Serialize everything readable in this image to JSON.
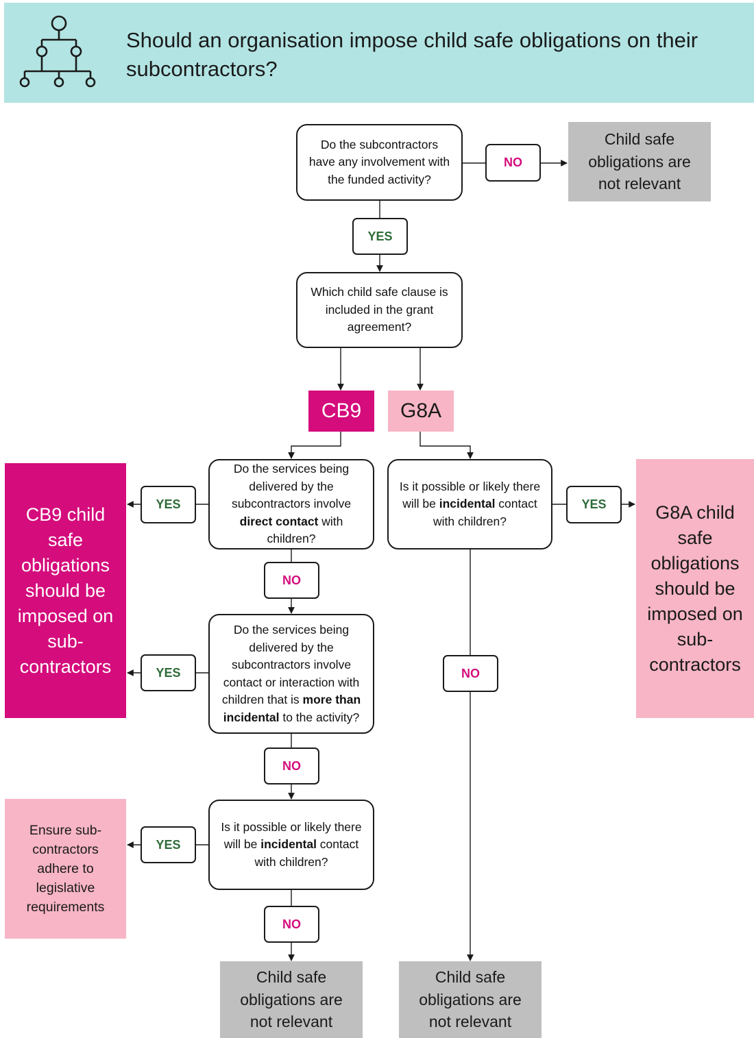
{
  "title": "Should an organisation impose child safe obligations on their subcontractors?",
  "icon": "org-chart-hierarchy-icon",
  "colors": {
    "header_bg": "#b2e4e3",
    "magenta": "#d40c7c",
    "pink": "#f7b5c5",
    "grey": "#bfbfbf",
    "yes_text": "#2e6b38",
    "no_text": "#d40c7c"
  },
  "q1": {
    "text": "Do the subcontractors have any involvement with the funded activity?"
  },
  "q1_no": "NO",
  "q1_not_relevant": "Child safe obligations are not relevant",
  "q1_yes": "YES",
  "q2": {
    "text": "Which child safe clause is included in the grant agreement?"
  },
  "clause_cb9": "CB9",
  "clause_g8a": "G8A",
  "cb9_q1": {
    "before": "Do the services being delivered by the subcontractors involve ",
    "bold": "direct contact",
    "after": " with children?"
  },
  "cb9_q1_yes": "YES",
  "cb9_q1_no": "NO",
  "cb9_outcome": "CB9 child safe obligations should be imposed on sub-contractors",
  "cb9_q2": {
    "before": "Do the services being delivered by the subcontractors involve contact or interaction with children that is ",
    "bold": "more than incidental",
    "after": " to the activity?"
  },
  "cb9_q2_yes": "YES",
  "cb9_q2_no": "NO",
  "cb9_q3": {
    "before": "Is it possible or likely there will be ",
    "bold": "incidental",
    "after": " contact with children?"
  },
  "cb9_q3_yes": "YES",
  "cb9_q3_no": "NO",
  "cb9_legislative": "Ensure sub-contractors adhere to legislative requirements",
  "cb9_not_relevant": "Child safe obligations are not relevant",
  "g8a_q1": {
    "before": "Is it possible or likely there will be ",
    "bold": "incidental",
    "after": " contact with children?"
  },
  "g8a_q1_yes": "YES",
  "g8a_q1_no": "NO",
  "g8a_outcome": "G8A child safe obligations should be imposed on sub-contractors",
  "g8a_not_relevant": "Child safe obligations are not relevant"
}
